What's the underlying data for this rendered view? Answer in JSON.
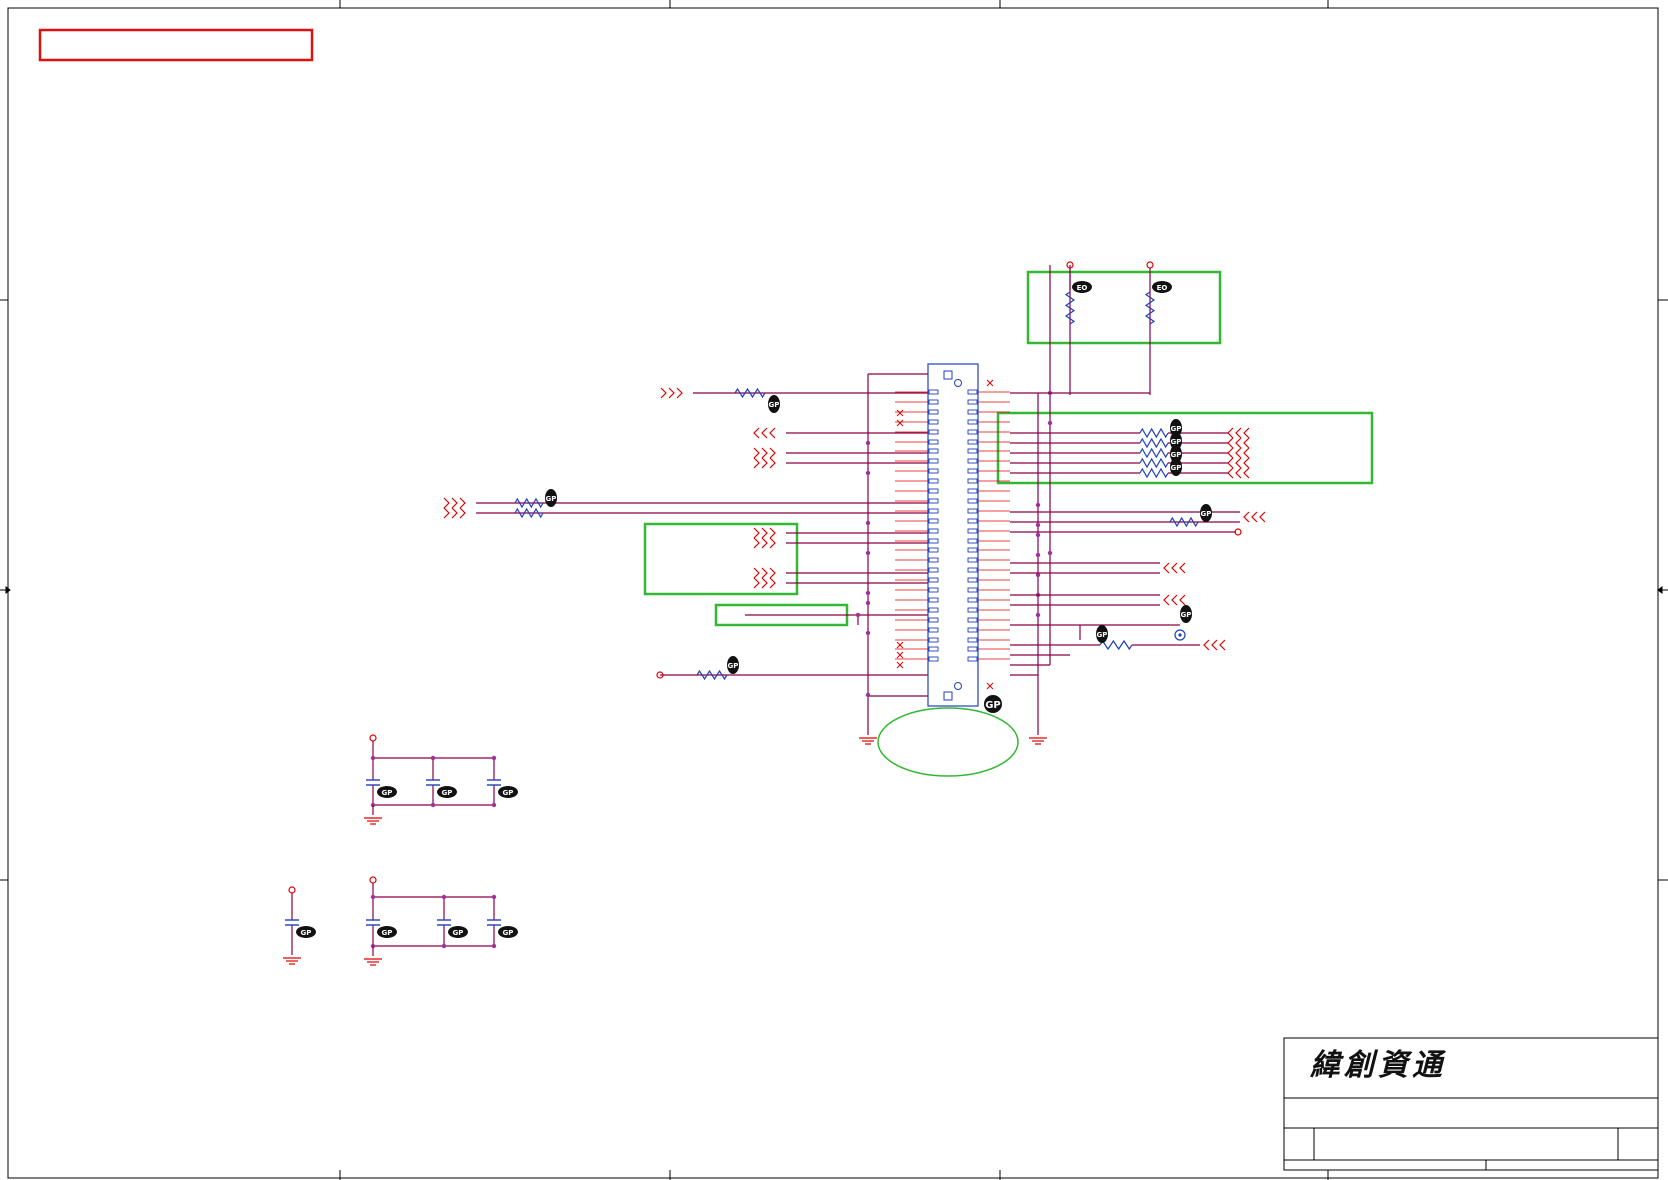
{
  "title_block": {
    "company": "緯創資通"
  },
  "refdes": {
    "pwr_pullup_a": "EO",
    "pwr_pullup_b": "EO",
    "conn": "GP",
    "term_top": "GP",
    "term_left": "GP",
    "term_mid": "GP",
    "term_right": "GP",
    "term_right2": "GP",
    "term_bottom_l": "GP",
    "term_bottom_r": "GP",
    "cap_a1": "GP",
    "cap_a2": "GP",
    "cap_a3": "GP",
    "cap_b0": "GP",
    "cap_b1": "GP",
    "cap_b2": "GP",
    "cap_b3": "GP"
  },
  "colors": {
    "frame": "#000000",
    "wire": "#8b0045",
    "pin": "#1e3fbf",
    "power": "#e00000",
    "highlight_green": "#33b833",
    "highlight_red": "#e01010",
    "ellipse": "#33b833",
    "net_junction": "#a0309a"
  },
  "icons": {
    "offpage_in": "chevron-in-icon",
    "offpage_out": "chevron-out-icon",
    "ground": "ground-icon",
    "power_port": "power-port-icon",
    "no_connect": "no-connect-x-icon"
  }
}
